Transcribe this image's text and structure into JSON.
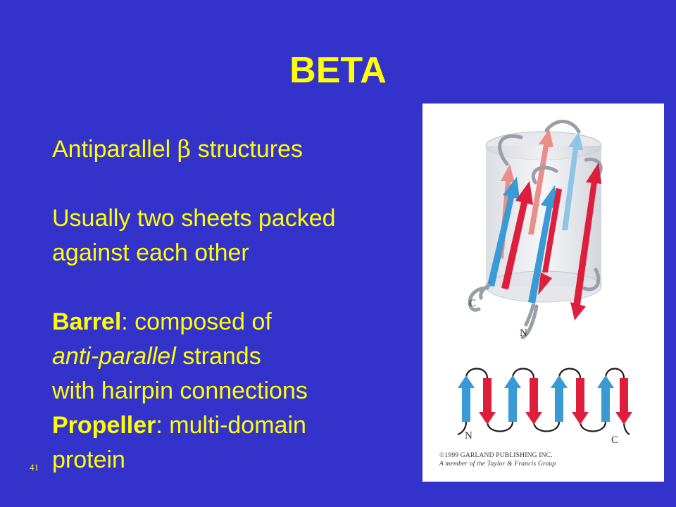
{
  "slide": {
    "title": "BETA",
    "slide_number": "41"
  },
  "body": {
    "line1_prefix": "Antiparallel ",
    "line1_symbol": "β",
    "line1_suffix": " structures",
    "line2": "Usually two sheets packed",
    "line3": "against each other",
    "barrel_term": "Barrel",
    "barrel_rest": ": composed of",
    "anti_term": "anti-parallel",
    "anti_rest": " strands",
    "hairpin_line": "with hairpin connections",
    "propeller_term": "Propeller",
    "propeller_rest": ": multi-domain",
    "protein_line": "protein"
  },
  "figure": {
    "barrel_label_c": "C",
    "barrel_label_n": "N",
    "topology_label_n": "N",
    "topology_label_c": "C",
    "copyright_line1": "©1999 GARLAND PUBLISHING INC.",
    "copyright_line2": "A member of the Taylor & Francis Group"
  },
  "colors": {
    "background": "#3333cc",
    "text": "#ffff00",
    "strand_red": "#dd1e3c",
    "strand_blue": "#3a9ad6",
    "strand_pink": "#e89088",
    "strand_lightblue": "#8ec4e6"
  }
}
